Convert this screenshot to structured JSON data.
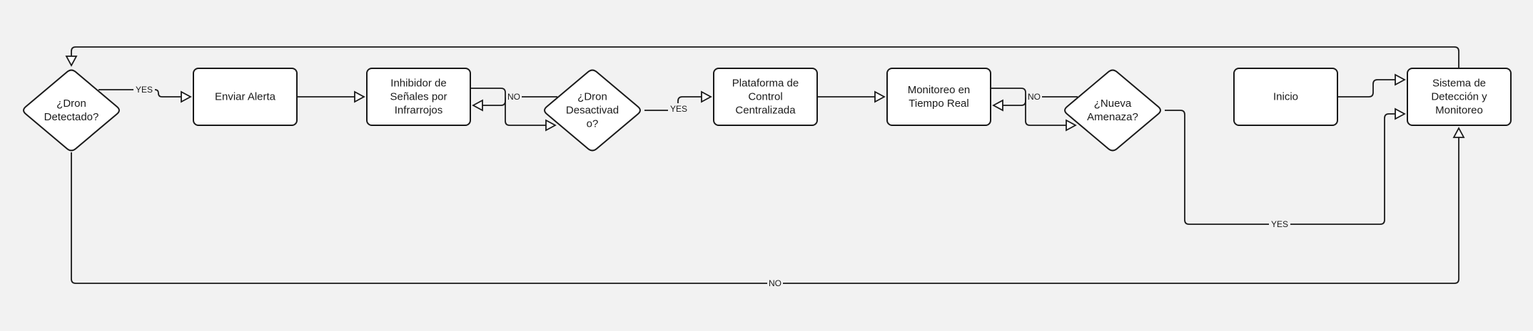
{
  "diagram": {
    "nodes": [
      {
        "id": "dron_detectado",
        "shape": "diamond",
        "lines": [
          "¿Dron",
          "Detectado?"
        ]
      },
      {
        "id": "enviar_alerta",
        "shape": "rect",
        "lines": [
          "Enviar Alerta"
        ]
      },
      {
        "id": "inhibidor",
        "shape": "rect",
        "lines": [
          "Inhibidor de",
          "Señales por",
          "Infrarrojos"
        ]
      },
      {
        "id": "dron_desactivado",
        "shape": "diamond",
        "lines": [
          "¿Dron",
          "Desactivad",
          "o?"
        ]
      },
      {
        "id": "plataforma",
        "shape": "rect",
        "lines": [
          "Plataforma de",
          "Control",
          "Centralizada"
        ]
      },
      {
        "id": "monitoreo",
        "shape": "rect",
        "lines": [
          "Monitoreo en",
          "Tiempo Real"
        ]
      },
      {
        "id": "nueva_amenaza",
        "shape": "diamond",
        "lines": [
          "¿Nueva",
          "Amenaza?"
        ]
      },
      {
        "id": "inicio",
        "shape": "rect",
        "lines": [
          "Inicio"
        ]
      },
      {
        "id": "sistema",
        "shape": "rect",
        "lines": [
          "Sistema de",
          "Detección y",
          "Monitoreo"
        ]
      }
    ],
    "edges": [
      {
        "from": "inicio",
        "to": "sistema",
        "label": ""
      },
      {
        "from": "sistema",
        "to": "dron_detectado",
        "label": ""
      },
      {
        "from": "dron_detectado",
        "to": "enviar_alerta",
        "label": "YES"
      },
      {
        "from": "enviar_alerta",
        "to": "inhibidor",
        "label": ""
      },
      {
        "from": "inhibidor",
        "to": "dron_desactivado",
        "label": ""
      },
      {
        "from": "dron_desactivado",
        "to": "inhibidor",
        "label": "NO"
      },
      {
        "from": "dron_desactivado",
        "to": "plataforma",
        "label": "YES"
      },
      {
        "from": "plataforma",
        "to": "monitoreo",
        "label": ""
      },
      {
        "from": "monitoreo",
        "to": "nueva_amenaza",
        "label": ""
      },
      {
        "from": "nueva_amenaza",
        "to": "monitoreo",
        "label": "NO"
      },
      {
        "from": "nueva_amenaza",
        "to": "sistema",
        "label": "YES"
      },
      {
        "from": "dron_detectado",
        "to": "sistema",
        "label": "NO"
      }
    ]
  }
}
